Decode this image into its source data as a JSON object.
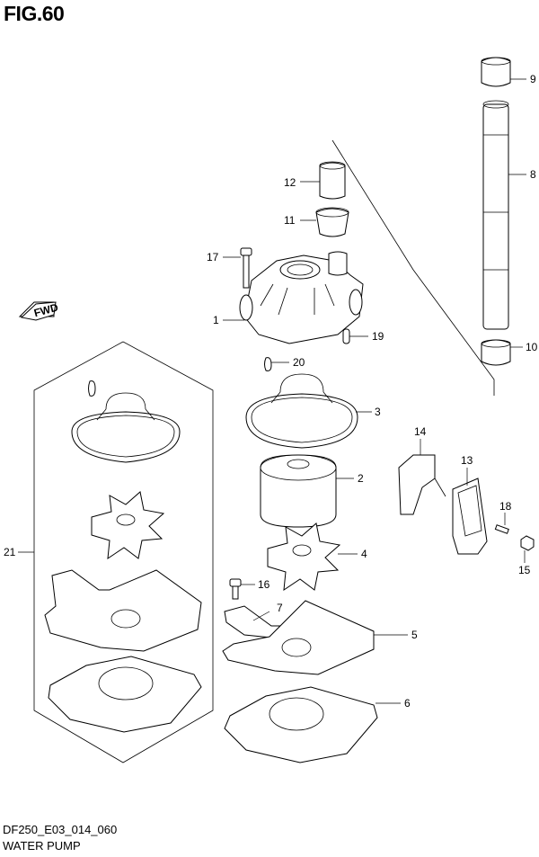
{
  "figure": {
    "title": "FIG.60",
    "code": "DF250_E03_014_060",
    "name": "WATER PUMP",
    "fwd_label": "FWD"
  },
  "callouts": {
    "c1": "1",
    "c2": "2",
    "c3": "3",
    "c4": "4",
    "c5": "5",
    "c6": "6",
    "c7": "7",
    "c8": "8",
    "c9": "9",
    "c10": "10",
    "c11": "11",
    "c12": "12",
    "c13": "13",
    "c14": "14",
    "c15": "15",
    "c16": "16",
    "c17": "17",
    "c18": "18",
    "c19": "19",
    "c20": "20",
    "c21": "21"
  }
}
